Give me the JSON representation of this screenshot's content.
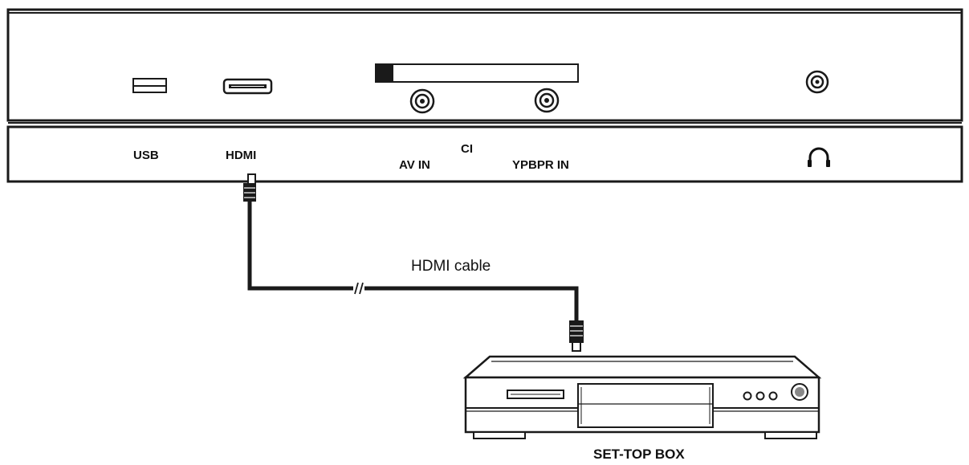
{
  "panel": {
    "ports": {
      "usb": "USB",
      "hdmi": "HDMI",
      "av_in": "AV IN",
      "ci": "CI",
      "ypbpr_in": "YPBPR IN"
    },
    "headphone_icon": "headphone-icon"
  },
  "cable": {
    "label": "HDMI cable"
  },
  "device": {
    "label": "SET-TOP BOX"
  }
}
